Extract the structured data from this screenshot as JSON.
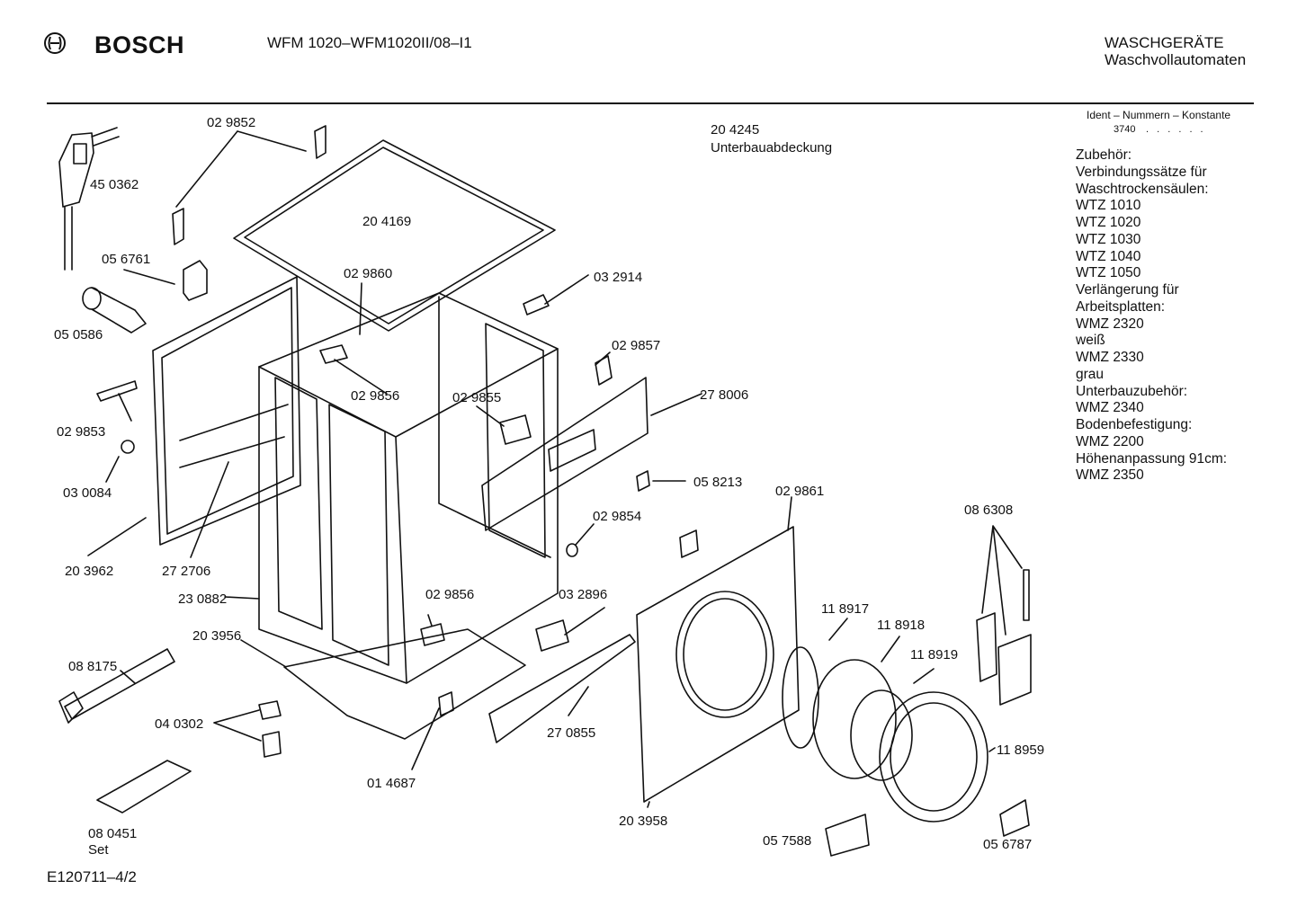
{
  "header": {
    "brand": "BOSCH",
    "model": "WFM 1020–WFM1020II/08–I1",
    "category_line1": "WASCHGERÄTE",
    "category_line2": "Waschvollautomaten",
    "ident_label": "Ident – Nummern – Konstante",
    "ident_number": "3740",
    "ident_dots": ". . . . . ."
  },
  "note": {
    "part_number": "20 4245",
    "part_name": "Unterbauabdeckung"
  },
  "parts": {
    "p029852": "02 9852",
    "p450362": "45 0362",
    "p204169": "20 4169",
    "p056761": "05 6761",
    "p029860": "02 9860",
    "p032914": "03 2914",
    "p050586": "05 0586",
    "p029857": "02 9857",
    "p029856a": "02 9856",
    "p029855": "02 9855",
    "p278006": "27 8006",
    "p029853": "02 9853",
    "p030084": "03 0084",
    "p058213": "05 8213",
    "p029861": "02 9861",
    "p029854": "02 9854",
    "p086308": "08 6308",
    "p203962": "20 3962",
    "p272706": "27 2706",
    "p230882": "23 0882",
    "p029856b": "02 9856",
    "p032896": "03 2896",
    "p118917": "11 8917",
    "p118918": "11 8918",
    "p203956": "20 3956",
    "p118919": "11 8919",
    "p088175": "08 8175",
    "p040302": "04 0302",
    "p118959": "11 8959",
    "p270855": "27 0855",
    "p014687": "01 4687",
    "p203958": "20 3958",
    "p080451": "08  0451",
    "p080451_note": "Set",
    "p057588": "05 7588",
    "p056787": "05 6787"
  },
  "accessories": [
    "Zubehör:",
    "Verbindungssätze für",
    "Waschtrockensäulen:",
    "WTZ 1010",
    "WTZ 1020",
    "WTZ 1030",
    "WTZ 1040",
    "WTZ 1050",
    "Verlängerung für",
    "Arbeitsplatten:",
    "WMZ 2320",
    "weiß",
    "WMZ 2330",
    "grau",
    "Unterbauzubehör:",
    "WMZ 2340",
    "Bodenbefestigung:",
    "WMZ 2200",
    "Höhenanpassung  91cm:",
    "WMZ 2350"
  ],
  "footer": {
    "drawing_id": "E120711–4/2"
  }
}
